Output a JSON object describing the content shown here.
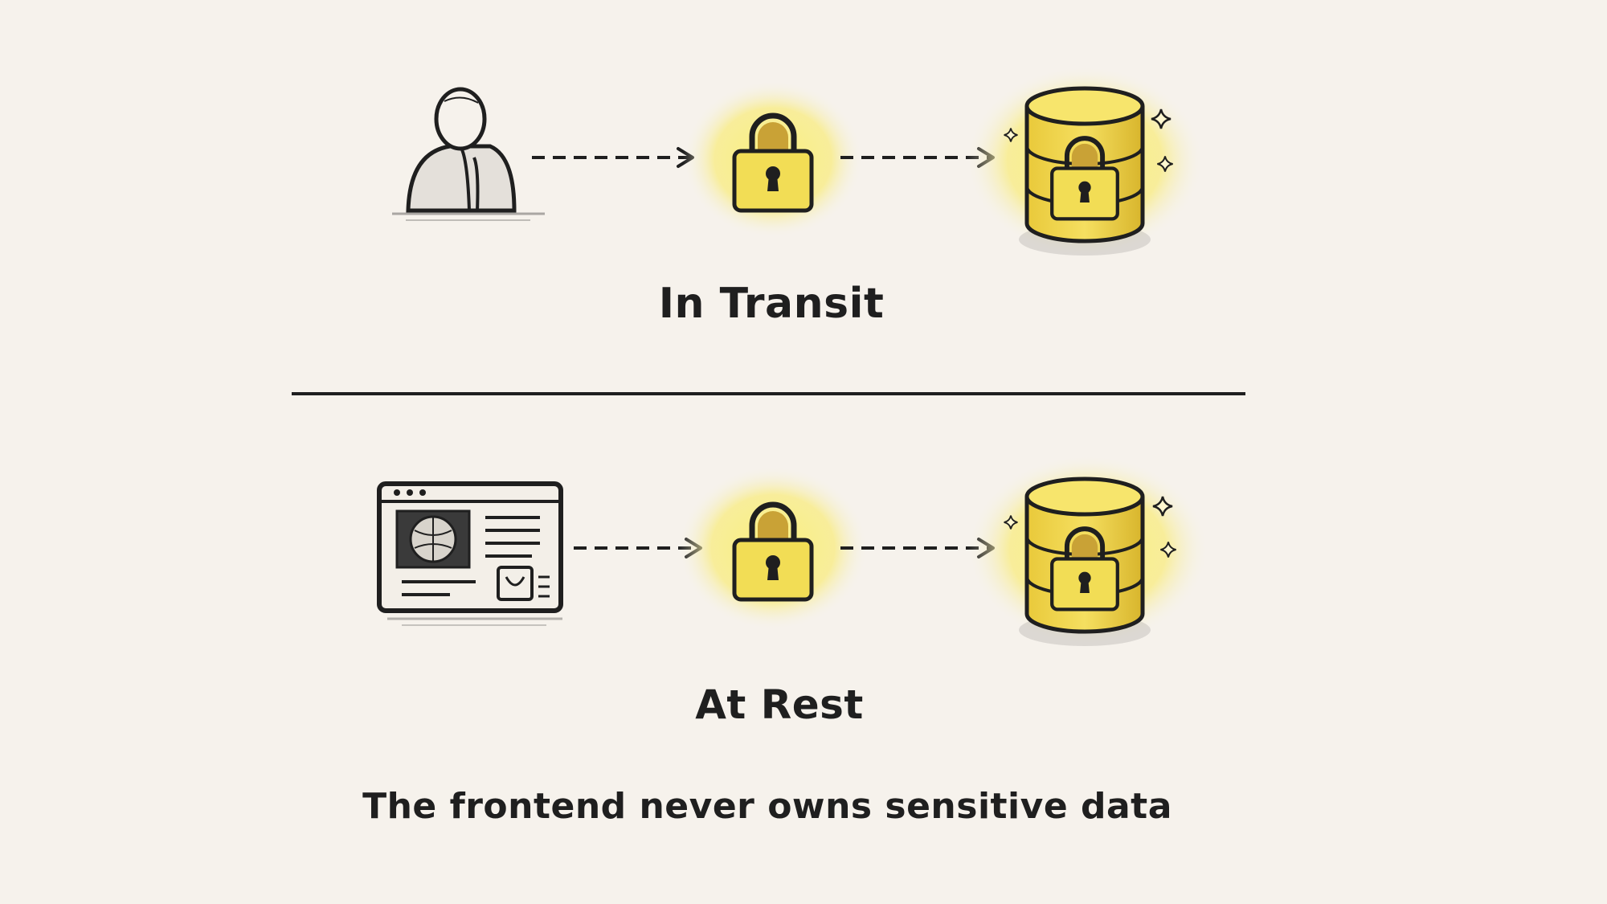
{
  "labels": {
    "in_transit": "In Transit",
    "at_rest": "At Rest",
    "caption": "The frontend never owns sensitive data"
  },
  "rows": [
    {
      "id": "in-transit",
      "source_icon": "user-icon",
      "middle_icon": "padlock-icon",
      "target_icon": "encrypted-database-icon"
    },
    {
      "id": "at-rest",
      "source_icon": "browser-window-icon",
      "middle_icon": "padlock-icon",
      "target_icon": "encrypted-database-icon"
    }
  ],
  "colors": {
    "background": "#f6f2ec",
    "ink": "#1f1f1f",
    "highlight": "#f7e97a",
    "fill_yellow": "#f0d64a"
  }
}
